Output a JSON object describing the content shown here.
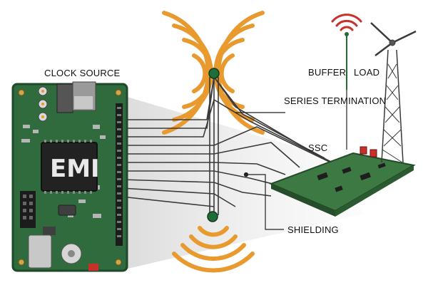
{
  "labels": {
    "clock_source": "CLOCK SOURCE",
    "buffer": "BUFFER",
    "load": "LOAD",
    "series_termination": "SERIES TERMINATION",
    "ssc": "SSC",
    "shielding": "SHIELDING",
    "chip": "EMI"
  },
  "colors": {
    "board": "#2f6b3c",
    "board_edge": "#1e4a29",
    "chip": "#222222",
    "wave": "#e89a2e",
    "mast": "#1f6e3a",
    "trace": "#3a3a3a",
    "signal_red": "#c8302a"
  }
}
